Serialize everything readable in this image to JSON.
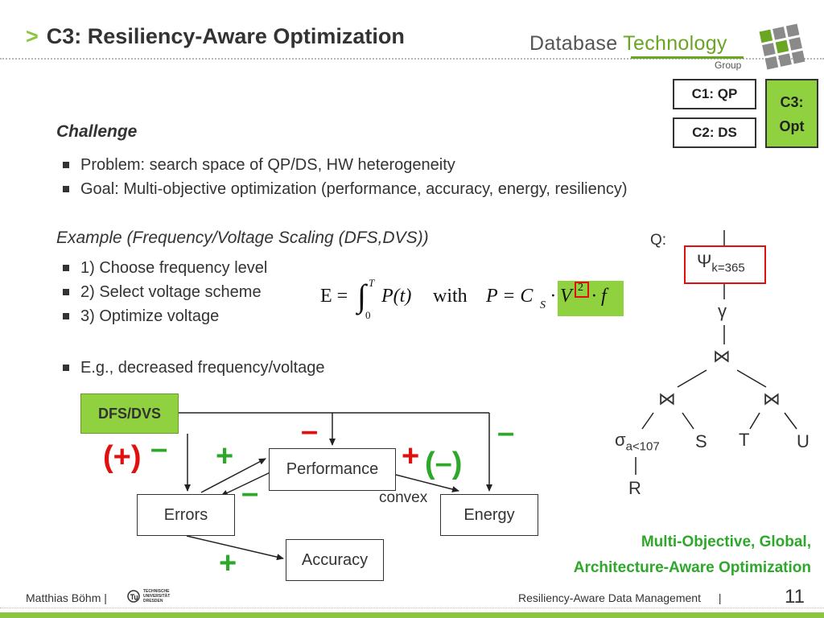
{
  "header": {
    "arrow": ">",
    "title": "C3: Resiliency-Aware Optimization",
    "logo_database": "Database",
    "logo_technology": "Technology",
    "logo_group": "Group"
  },
  "nav_boxes": {
    "c1": "C1: QP",
    "c2": "C2: DS",
    "c3_line1": "C3:",
    "c3_line2": "Opt"
  },
  "challenge": {
    "heading": "Challenge",
    "bullets": [
      "Problem: search space of QP/DS, HW heterogeneity",
      "Goal: Multi-objective optimization (performance, accuracy, energy, resiliency)"
    ]
  },
  "example": {
    "heading": "Example (Frequency/Voltage Scaling (DFS,DVS))",
    "bullets": [
      "1) Choose frequency level",
      "2) Select voltage scheme",
      "3) Optimize voltage"
    ],
    "extra_bullet": "E.g., decreased frequency/voltage"
  },
  "formula": {
    "lhs": "E =",
    "integral": "∫",
    "upper": "T",
    "lower": "0",
    "body": "P(t)",
    "with": "with",
    "p_eq": "P = C",
    "sub_s": "S",
    "dot_v": "· V",
    "exp": "2",
    "dot_f": "· f"
  },
  "diagram": {
    "dfs_label": "DFS/DVS",
    "performance": "Performance",
    "errors": "Errors",
    "energy": "Energy",
    "accuracy": "Accuracy",
    "convex": "convex",
    "plus": "+",
    "minus": "–",
    "paren_plus": "(+)",
    "paren_minus": "(–)",
    "colors": {
      "green": "#2ea82a",
      "red": "#e01010",
      "accent": "#8fd13f"
    }
  },
  "query_tree": {
    "q_label": "Q:",
    "psi": "Ψ",
    "psi_sub": "k=365",
    "gamma": "γ",
    "join": "⋈",
    "sigma": "σ",
    "sigma_sub": "a<107",
    "s": "S",
    "t": "T",
    "u": "U",
    "r": "R"
  },
  "conclusion": {
    "line1": "Multi-Objective, Global,",
    "line2": "Architecture-Aware Optimization"
  },
  "footer": {
    "author": "Matthias Böhm |",
    "tu_logo_text": "TECHNISCHE UNIVERSITÄT DRESDEN",
    "talk": "Resiliency-Aware Data Management",
    "separator": "|",
    "page": "11"
  }
}
